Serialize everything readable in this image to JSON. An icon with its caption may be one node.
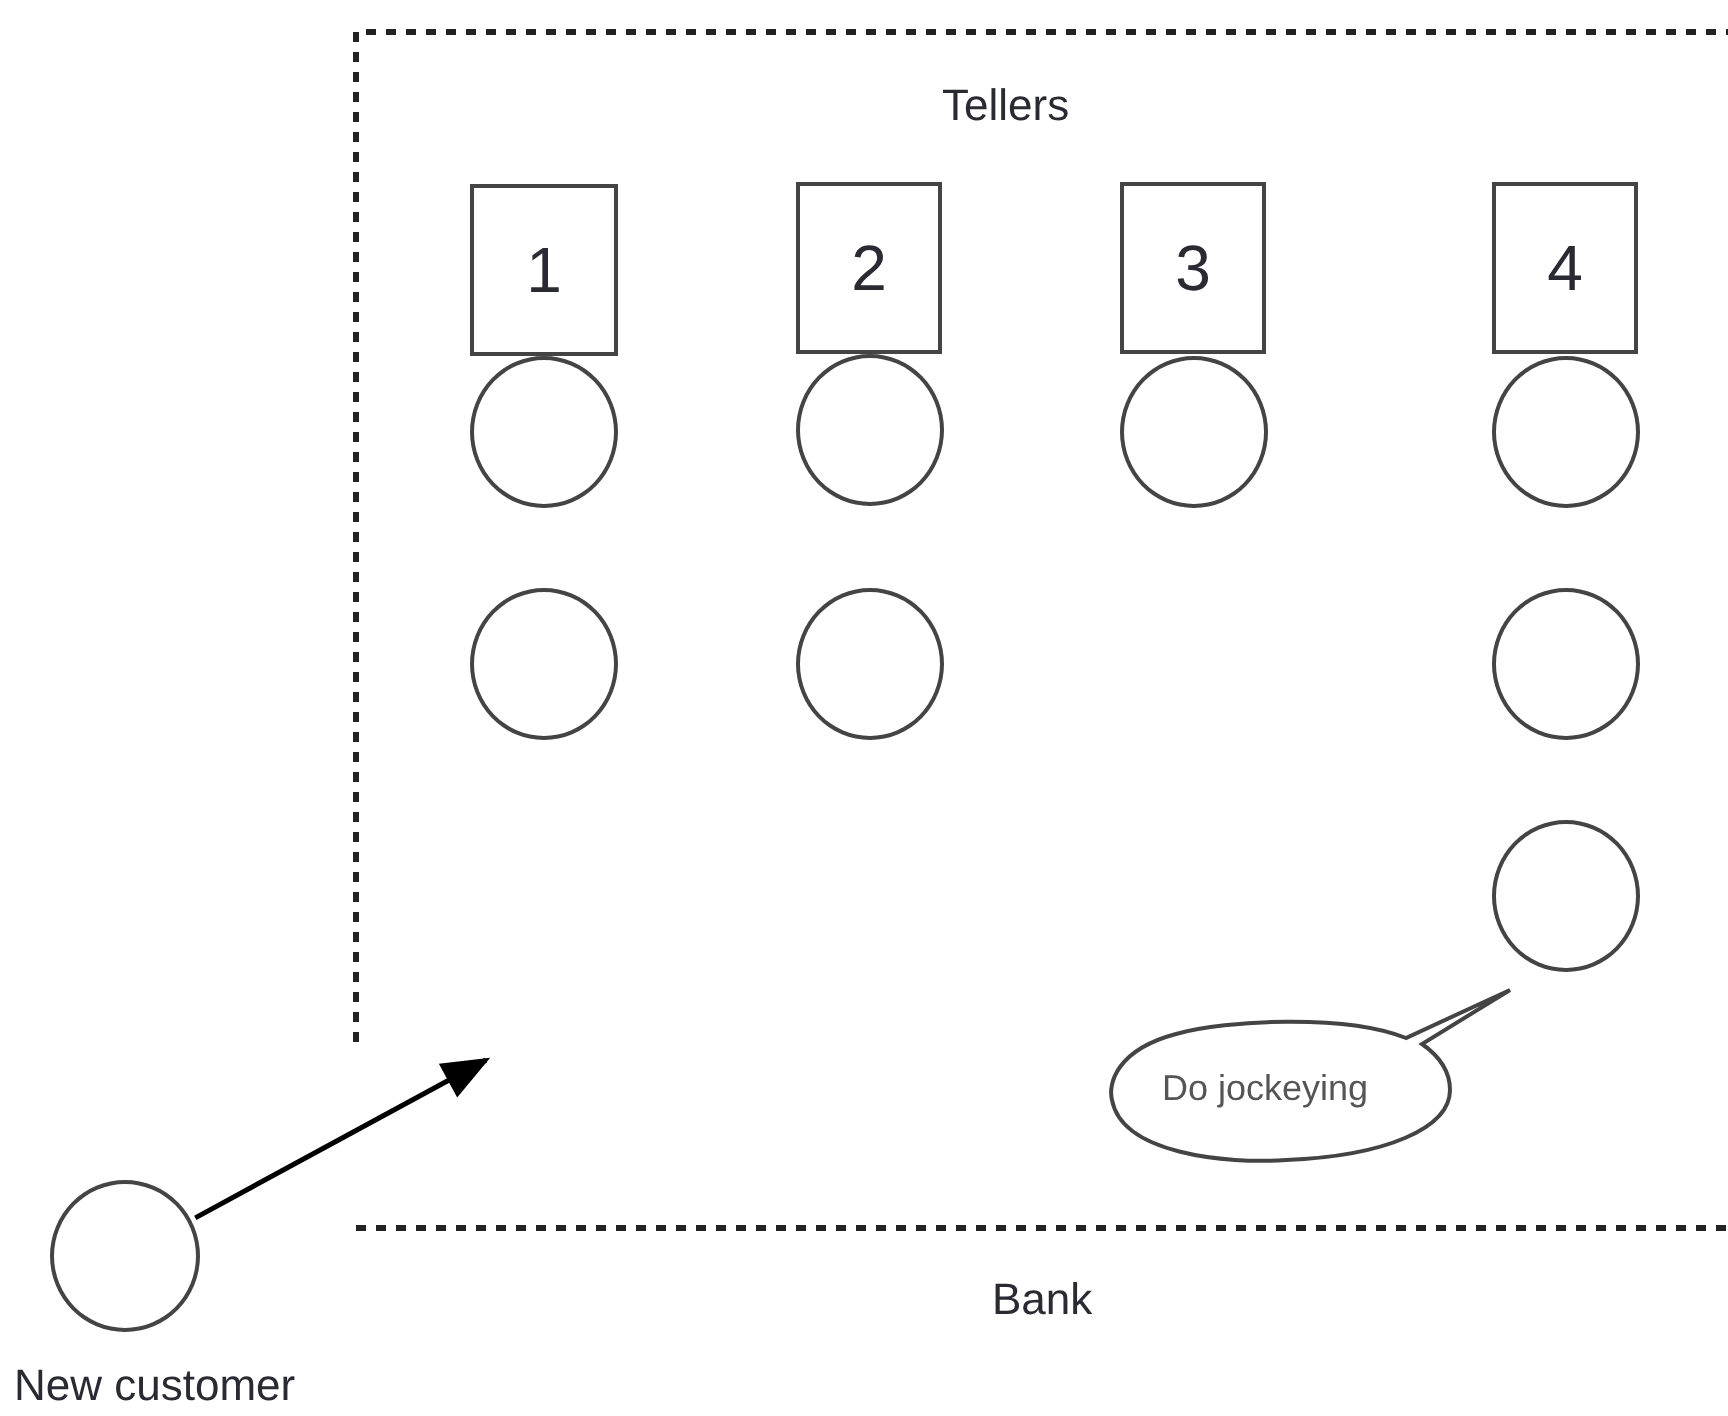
{
  "diagram": {
    "nodes": [
      {
        "text": [
          "Bank"
        ]
      },
      {
        "text": [
          "1"
        ],
        "in": 0
      },
      {
        "text": [
          "2"
        ],
        "in": 0
      },
      {
        "text": [
          "3"
        ],
        "in": 0
      },
      {
        "text": [
          "4"
        ],
        "in": 0
      },
      {
        "text": [],
        "shape": "circle",
        "in": 0
      },
      {
        "text": [],
        "shape": "circle",
        "in": 0
      },
      {
        "text": [],
        "shape": "circle",
        "in": 0
      },
      {
        "text": [],
        "shape": "circle",
        "in": 0
      },
      {
        "text": [],
        "shape": "circle",
        "in": 0
      },
      {
        "text": [],
        "shape": "circle",
        "in": 0
      },
      {
        "text": [],
        "shape": "circle",
        "in": 0
      },
      {
        "text": [],
        "shape": "circle",
        "in": 0
      },
      {
        "text": [
          "Do jockeying"
        ],
        "in": 0
      },
      {
        "text": [
          "New customer"
        ]
      }
    ],
    "edges": [
      {
        "from": 14,
        "to": 0,
        "arrow": "to"
      }
    ],
    "labels": [
      "Tellers"
    ]
  }
}
